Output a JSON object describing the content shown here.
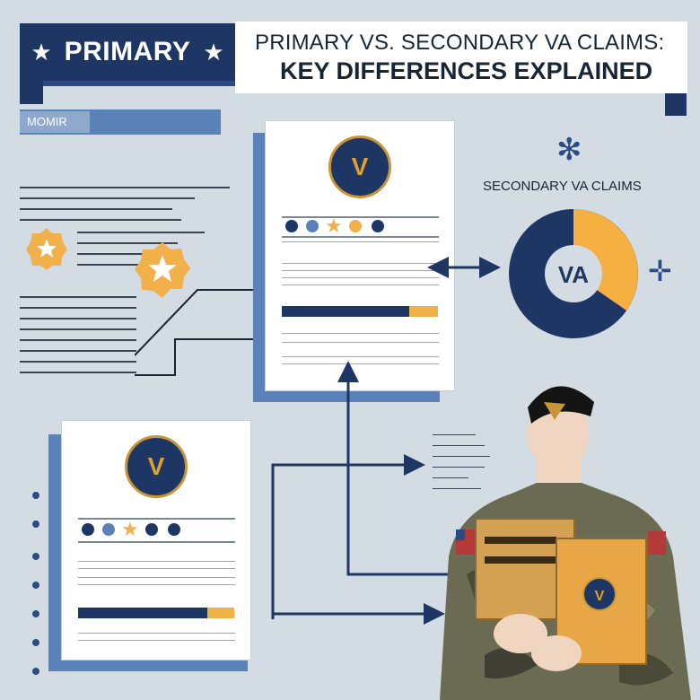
{
  "header": {
    "badge_label": "PRIMARY",
    "title_line1": "PRIMARY VS. SECONDARY VA CLAIMS:",
    "title_line2": "KEY DIFFERENCES EXPLAINED",
    "nav_field": "MOMIR"
  },
  "pie": {
    "label": "SECONDARY VA CLAIMS",
    "center_text": "VA"
  },
  "colors": {
    "navy": "#1e3664",
    "blue": "#5a82b8",
    "gold": "#f5b041",
    "background": "#d3dce3"
  },
  "icons": [
    "star-icon",
    "seal-icon",
    "sparkle-icon",
    "arrow-icon",
    "soldier-figure",
    "box-icon"
  ]
}
